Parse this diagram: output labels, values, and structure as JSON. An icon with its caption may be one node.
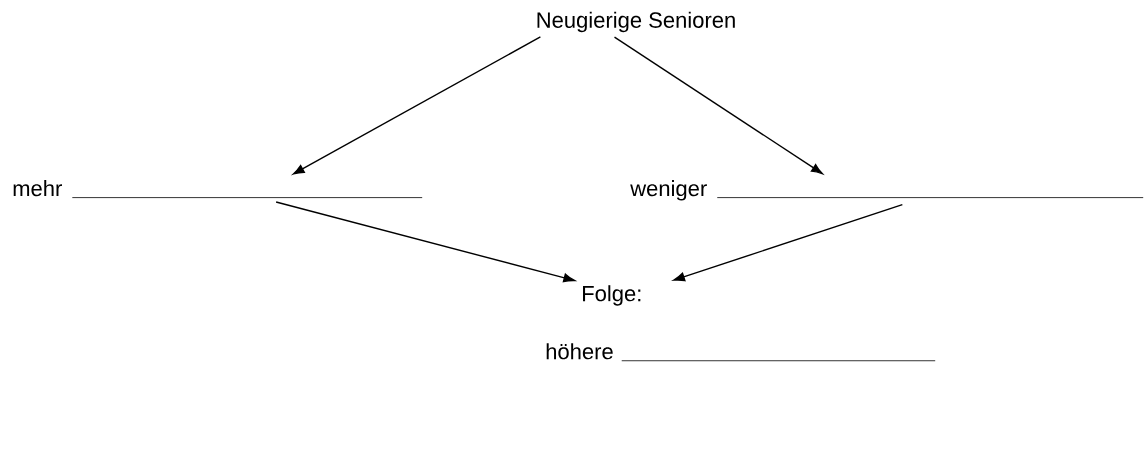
{
  "diagram": {
    "nodes": [
      {
        "text": [
          "Neugierige Senioren"
        ]
      },
      {
        "text": [
          "mehr"
        ]
      },
      {
        "text": [
          "weniger"
        ]
      },
      {
        "text": [
          "Folge:",
          "höhere"
        ]
      }
    ],
    "edges": [
      {
        "from": 0,
        "to": 1,
        "arrow": "to"
      },
      {
        "from": 0,
        "to": 2,
        "arrow": "to"
      },
      {
        "from": 1,
        "to": 3,
        "arrow": "to"
      },
      {
        "from": 2,
        "to": 3,
        "arrow": "to"
      }
    ]
  }
}
